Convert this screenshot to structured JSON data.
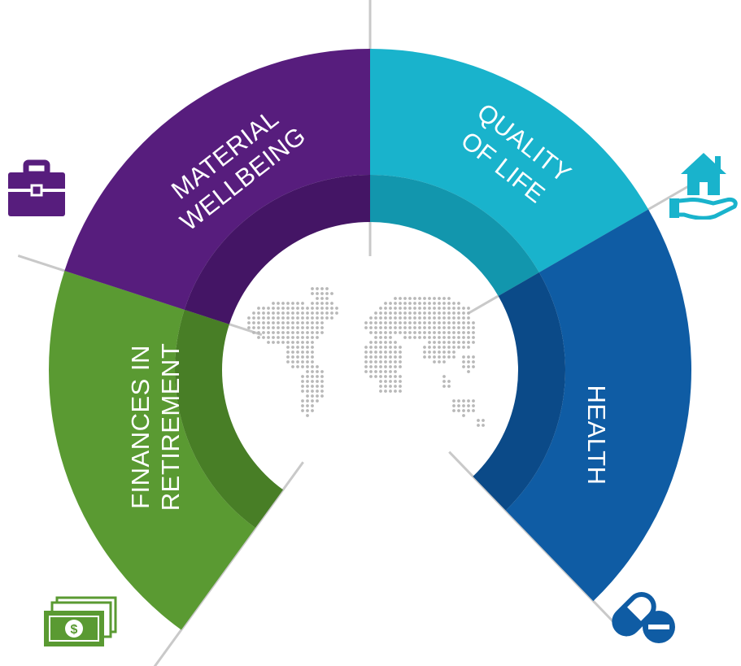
{
  "segments": [
    {
      "id": "finances",
      "lines": [
        "FINANCES IN",
        "RETIREMENT"
      ],
      "color": "#5a9a32",
      "dark": "#487e26"
    },
    {
      "id": "material",
      "lines": [
        "MATERIAL",
        "WELLBEING"
      ],
      "color": "#571d7d",
      "dark": "#441565"
    },
    {
      "id": "quality",
      "lines": [
        "QUALITY",
        "OF LIFE"
      ],
      "color": "#19b3cc",
      "dark": "#1296ad"
    },
    {
      "id": "health",
      "lines": [
        "HEALTH"
      ],
      "color": "#0f5ca4",
      "dark": "#0b4a88"
    }
  ],
  "icons": {
    "briefcase": "briefcase-icon",
    "house_hand": "house-in-hand-icon",
    "money": "money-stack-icon",
    "pill": "pill-icon"
  },
  "map_color": "#b8b8b8"
}
